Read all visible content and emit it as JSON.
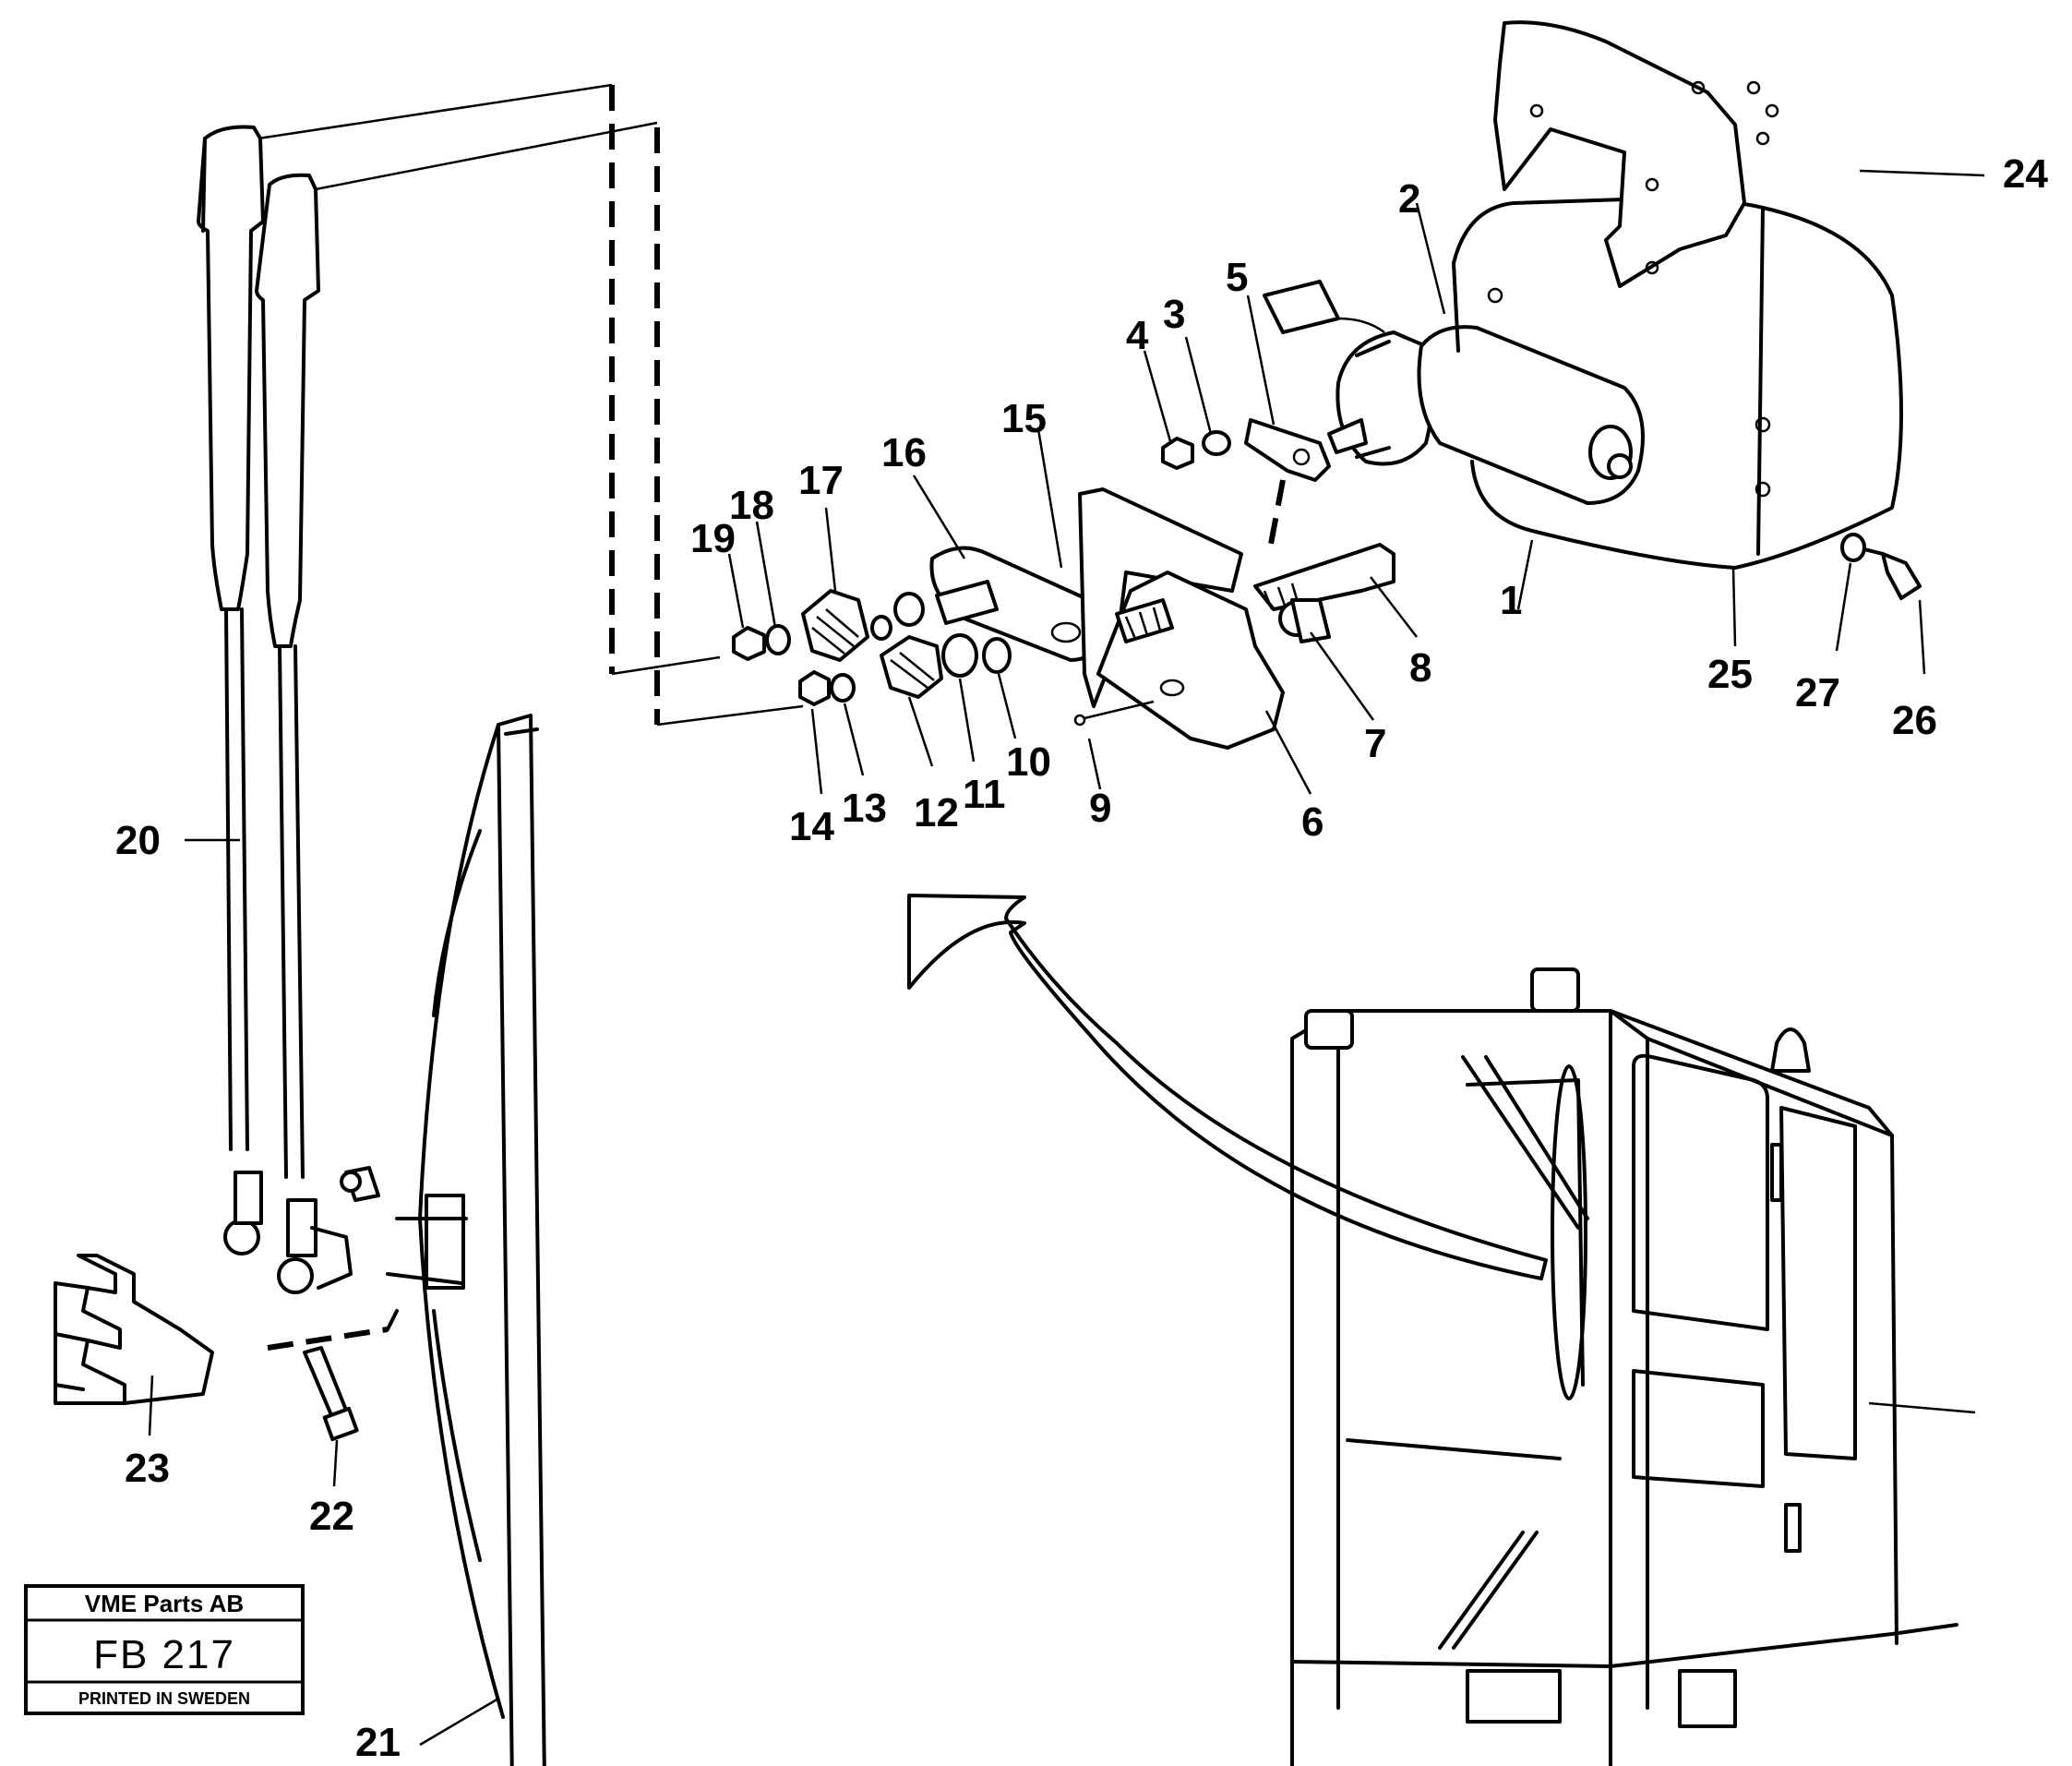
{
  "diagram": {
    "part_numbers": [
      "1",
      "2",
      "3",
      "4",
      "5",
      "6",
      "7",
      "8",
      "9",
      "10",
      "11",
      "12",
      "13",
      "14",
      "15",
      "16",
      "17",
      "18",
      "19",
      "20",
      "21",
      "22",
      "23",
      "24",
      "25",
      "26",
      "27"
    ]
  },
  "title_block": {
    "company": "VME Parts AB",
    "code": "FB 217",
    "printed": "PRINTED IN SWEDEN"
  }
}
